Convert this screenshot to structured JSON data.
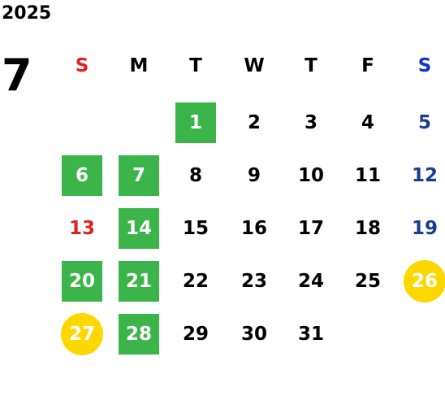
{
  "calendar": {
    "year": "2025",
    "month": "7",
    "weekdays": [
      {
        "label": "S",
        "color": "#e02020"
      },
      {
        "label": "M",
        "color": "#000000"
      },
      {
        "label": "T",
        "color": "#000000"
      },
      {
        "label": "W",
        "color": "#000000"
      },
      {
        "label": "T",
        "color": "#000000"
      },
      {
        "label": "F",
        "color": "#000000"
      },
      {
        "label": "S",
        "color": "#1033c8"
      }
    ],
    "weeks": [
      [
        null,
        null,
        {
          "day": "1",
          "mark": "green"
        },
        {
          "day": "2"
        },
        {
          "day": "3"
        },
        {
          "day": "4"
        },
        {
          "day": "5",
          "color": "#1a3d8f"
        }
      ],
      [
        {
          "day": "6",
          "mark": "green"
        },
        {
          "day": "7",
          "mark": "green"
        },
        {
          "day": "8"
        },
        {
          "day": "9"
        },
        {
          "day": "10"
        },
        {
          "day": "11"
        },
        {
          "day": "12",
          "color": "#1a3d8f"
        }
      ],
      [
        {
          "day": "13",
          "color": "#e02020"
        },
        {
          "day": "14",
          "mark": "green"
        },
        {
          "day": "15"
        },
        {
          "day": "16"
        },
        {
          "day": "17"
        },
        {
          "day": "18"
        },
        {
          "day": "19",
          "color": "#1a3d8f"
        }
      ],
      [
        {
          "day": "20",
          "mark": "green"
        },
        {
          "day": "21",
          "mark": "green"
        },
        {
          "day": "22"
        },
        {
          "day": "23"
        },
        {
          "day": "24"
        },
        {
          "day": "25"
        },
        {
          "day": "26",
          "mark": "yellow"
        }
      ],
      [
        {
          "day": "27",
          "mark": "yellow"
        },
        {
          "day": "28",
          "mark": "green"
        },
        {
          "day": "29"
        },
        {
          "day": "30"
        },
        {
          "day": "31"
        },
        null,
        null
      ]
    ],
    "mark_colors": {
      "green": "#3bb54a",
      "yellow": "#ffd700"
    }
  }
}
